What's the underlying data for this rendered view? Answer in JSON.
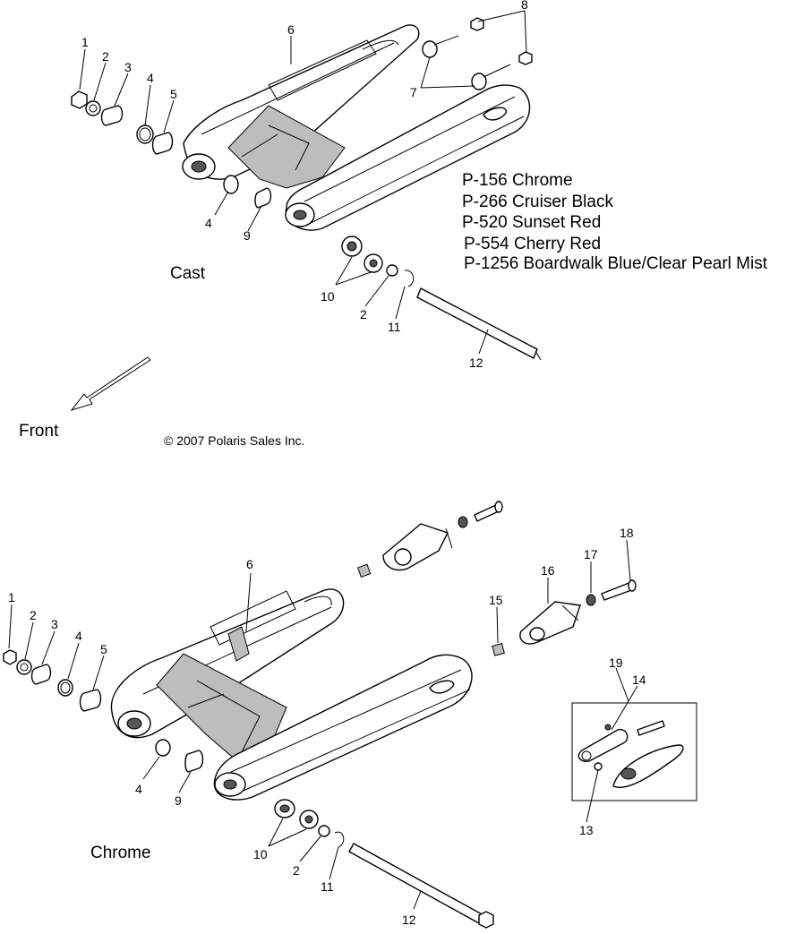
{
  "callouts_top": [
    "1",
    "2",
    "3",
    "4",
    "5",
    "6",
    "7",
    "8",
    "4",
    "9",
    "10",
    "2",
    "11",
    "12"
  ],
  "callouts_bottom": [
    "1",
    "2",
    "3",
    "4",
    "5",
    "6",
    "15",
    "16",
    "17",
    "18",
    "19",
    "14",
    "13",
    "4",
    "9",
    "10",
    "2",
    "11",
    "12"
  ],
  "legend": [
    "P-156  Chrome",
    "P-266  Cruiser Black",
    "P-520  Sunset Red",
    "P-554  Cherry Red",
    "P-1256 Boardwalk Blue/Clear Pearl Mist"
  ],
  "captions": {
    "top": "Cast",
    "front": "Front",
    "bottom": "Chrome"
  },
  "copyright": "© 2007 Polaris Sales Inc.",
  "icons": [
    "front-direction-arrow-icon"
  ]
}
